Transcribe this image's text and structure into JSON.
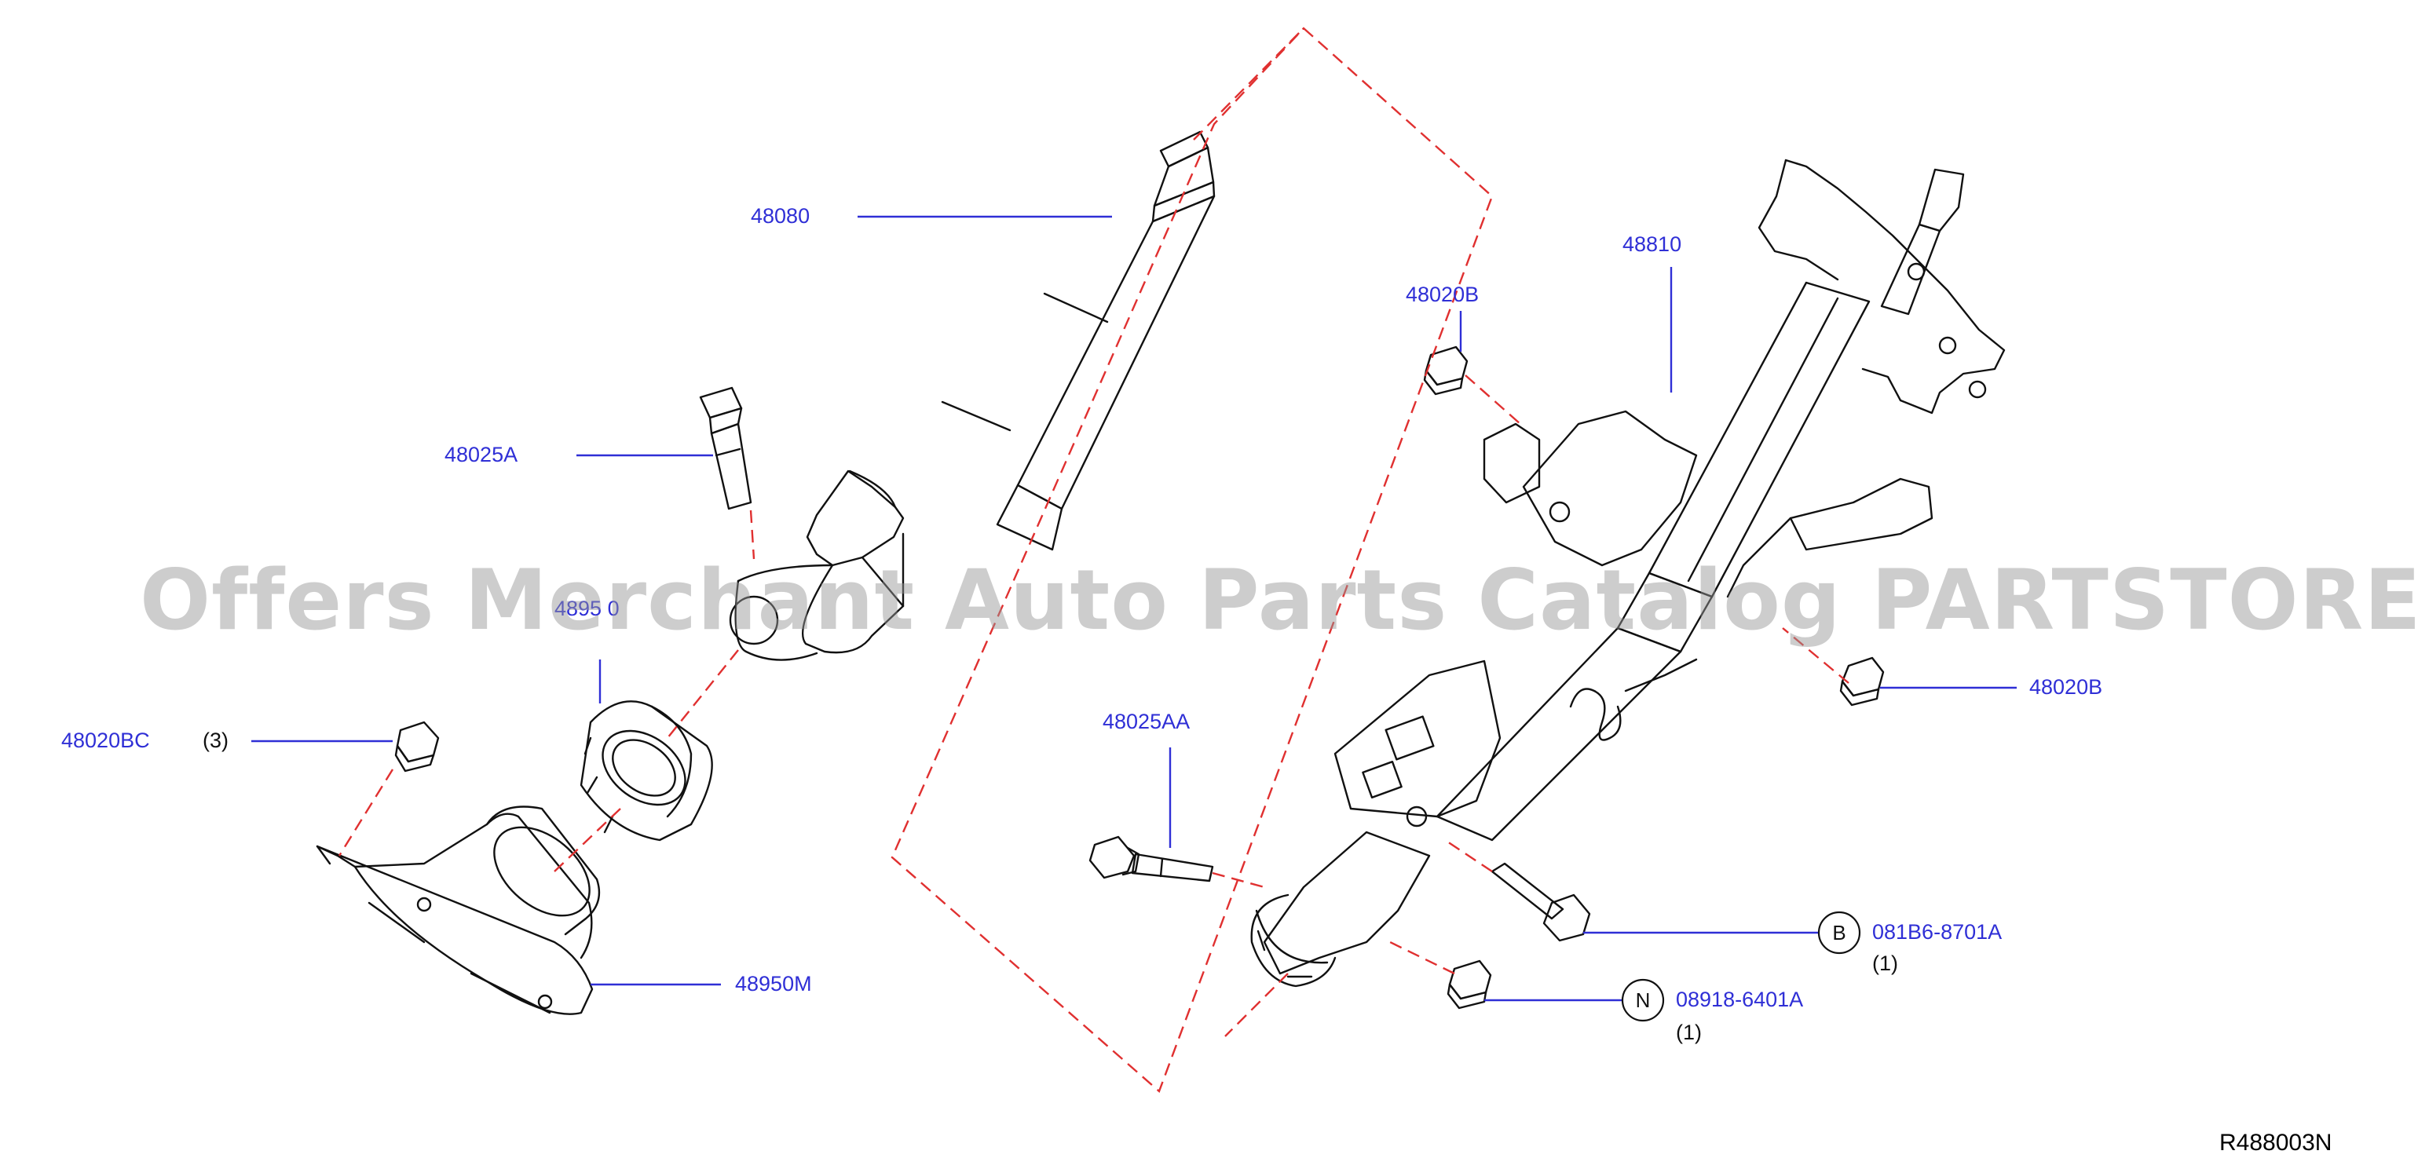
{
  "watermark": "Offers Merchant Auto Parts Catalog PARTSTORE.SA",
  "diagram_code": "R488003N",
  "colors": {
    "part_number": "#2f2fd6",
    "leader": "#2f2fd6",
    "dash": "#e03030",
    "line": "#111111"
  },
  "labels": {
    "p48080": "48080",
    "p48025A": "48025A",
    "p48950_partial": "4895 0",
    "p48020BC": "48020BC",
    "p48020BC_qty": "(3)",
    "p48950M": "48950M",
    "p48810": "48810",
    "p48020B_top": "48020B",
    "p48020B_right": "48020B",
    "p48025AA": "48025AA",
    "p081B6": "081B6-8701A",
    "p081B6_qty": "(1)",
    "p081B6_symbol": "B",
    "p08918": "08918-6401A",
    "p08918_qty": "(1)",
    "p08918_symbol": "N"
  }
}
